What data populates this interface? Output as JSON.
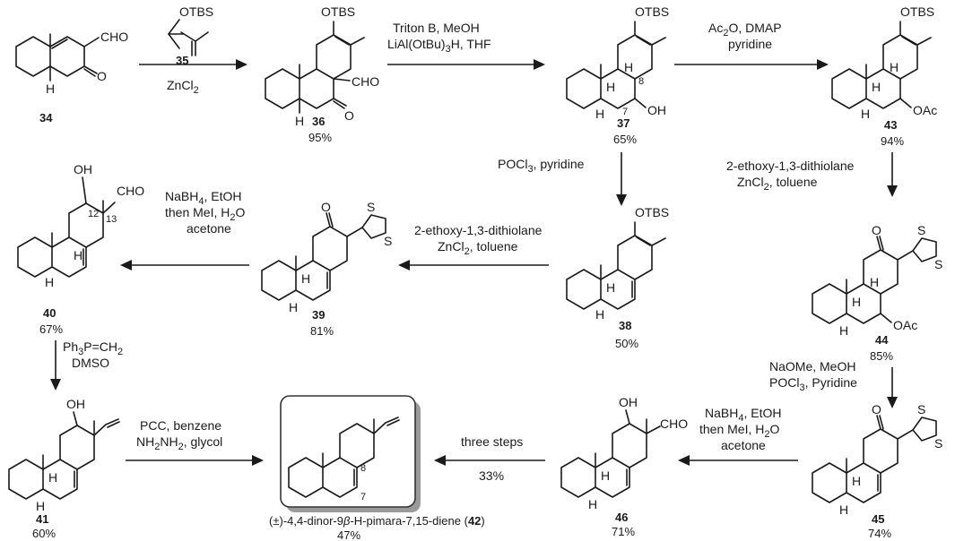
{
  "compounds": {
    "c34": {
      "number": "34",
      "label_cho": "CHO",
      "label_o": "O",
      "label_h": "H"
    },
    "c35": {
      "number": "35",
      "label_otbs": "OTBS"
    },
    "c36": {
      "number": "36",
      "yield": "95%",
      "label_otbs": "OTBS",
      "label_cho": "CHO",
      "label_o": "O",
      "label_h": "H"
    },
    "c37": {
      "number": "37",
      "yield": "65%",
      "label_otbs": "OTBS",
      "label_oh": "OH",
      "label_h1": "H",
      "label_h2": "H",
      "label_h3": "H",
      "pos8": "8",
      "pos7": "7"
    },
    "c43": {
      "number": "43",
      "yield": "94%",
      "label_otbs": "OTBS",
      "label_oac": "OAc",
      "label_h1": "H",
      "label_h2": "H",
      "label_h3": "H"
    },
    "c38": {
      "number": "38",
      "yield": "50%",
      "label_otbs": "OTBS",
      "label_h1": "H",
      "label_h2": "H"
    },
    "c39": {
      "number": "39",
      "yield": "81%",
      "label_o": "O",
      "label_s1": "S",
      "label_s2": "S",
      "label_h1": "H",
      "label_h2": "H"
    },
    "c40": {
      "number": "40",
      "yield": "67%",
      "label_oh": "OH",
      "label_cho": "CHO",
      "pos12": "12",
      "pos13": "13",
      "label_h1": "H",
      "label_h2": "H"
    },
    "c44": {
      "number": "44",
      "yield": "85%",
      "label_o": "O",
      "label_s1": "S",
      "label_s2": "S",
      "label_oac": "OAc",
      "label_h1": "H",
      "label_h2": "H",
      "label_h3": "H"
    },
    "c41": {
      "number": "41",
      "yield": "60%",
      "label_oh": "OH",
      "label_h1": "H",
      "label_h2": "H"
    },
    "c42": {
      "name_prefix": "(±)-4,4-dinor-9",
      "name_beta": "β",
      "name_suffix": "-H-pimara-7,15-diene (",
      "number": "42",
      "name_close": ")",
      "yield": "47%",
      "pos8": "8",
      "pos7": "7"
    },
    "c46": {
      "number": "46",
      "yield": "71%",
      "label_oh": "OH",
      "label_cho": "CHO",
      "label_h1": "H",
      "label_h2": "H"
    },
    "c45": {
      "number": "45",
      "yield": "74%",
      "label_o": "O",
      "label_s1": "S",
      "label_s2": "S",
      "label_h1": "H",
      "label_h2": "H"
    }
  },
  "conditions": {
    "r34_36": {
      "line1": "ZnCl",
      "line1_sub": "2"
    },
    "r36_37": {
      "line1": "Triton B, MeOH",
      "line2a": "LiAl(OtBu)",
      "line2_sub": "3",
      "line2b": "H, THF"
    },
    "r37_43": {
      "line1a": "Ac",
      "line1_sub": "2",
      "line1b": "O, DMAP",
      "line2": "pyridine"
    },
    "r37_38": {
      "line1a": "POCl",
      "line1_sub": "3",
      "line1b": ", pyridine"
    },
    "r43_44": {
      "line1": "2-ethoxy-1,3-dithiolane",
      "line2a": "ZnCl",
      "line2_sub": "2",
      "line2b": ", toluene"
    },
    "r38_39": {
      "line1": "2-ethoxy-1,3-dithiolane",
      "line2a": "ZnCl",
      "line2_sub": "2",
      "line2b": ", toluene"
    },
    "r39_40": {
      "line1a": "NaBH",
      "line1_sub": "4",
      "line1b": ", EtOH",
      "line2a": "then MeI, H",
      "line2_sub": "2",
      "line2b": "O",
      "line3": "acetone"
    },
    "r44_45": {
      "line1": "NaOMe, MeOH",
      "line2a": "POCl",
      "line2_sub": "3",
      "line2b": ", Pyridine"
    },
    "r40_41": {
      "line1a": "Ph",
      "line1_sub1": "3",
      "line1b": "P=CH",
      "line1_sub2": "2",
      "line2": "DMSO"
    },
    "r41_42": {
      "line1": "PCC, benzene",
      "line2a": "NH",
      "line2_sub1": "2",
      "line2b": "NH",
      "line2_sub2": "2",
      "line2c": ", glycol"
    },
    "r46_42": {
      "line1": "three steps",
      "line2": "33%"
    },
    "r45_46": {
      "line1a": "NaBH",
      "line1_sub": "4",
      "line1b": ", EtOH",
      "line2a": "then MeI, H",
      "line2_sub": "2",
      "line2b": "O",
      "line3": "acetone"
    }
  },
  "colors": {
    "ink": "#1a1a1a",
    "box_border": "#333333",
    "box_shadow": "#9a9a9a"
  }
}
